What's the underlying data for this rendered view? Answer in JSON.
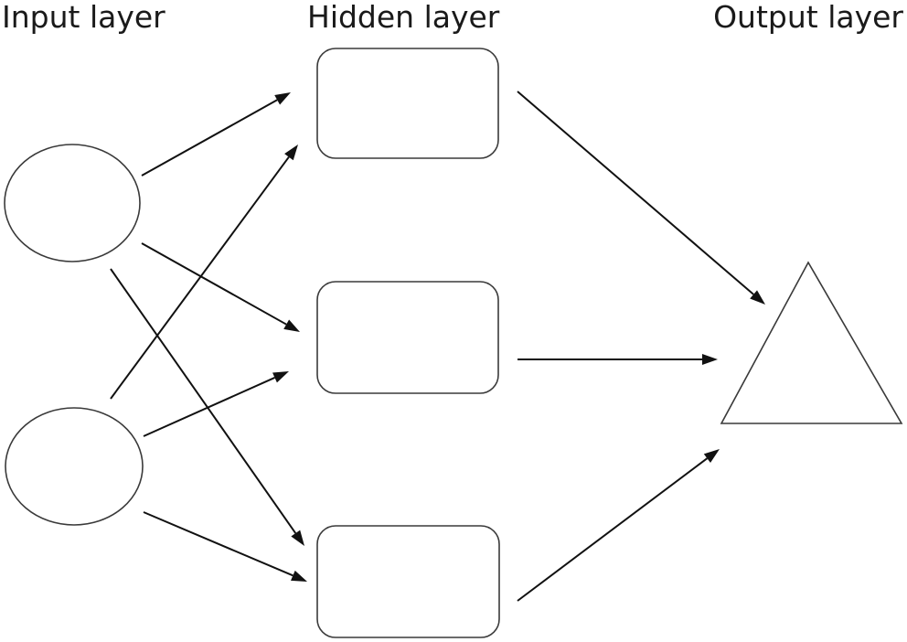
{
  "layers": {
    "input_label": "Input layer",
    "hidden_label": "Hidden layer",
    "output_label": "Output layer"
  },
  "nodes": {
    "input": [
      {
        "id": "input-1",
        "shape": "circle"
      },
      {
        "id": "input-2",
        "shape": "circle"
      }
    ],
    "hidden": [
      {
        "id": "hidden-1",
        "shape": "rounded-rectangle"
      },
      {
        "id": "hidden-2",
        "shape": "rounded-rectangle"
      },
      {
        "id": "hidden-3",
        "shape": "rounded-rectangle"
      }
    ],
    "output": [
      {
        "id": "output-1",
        "shape": "triangle"
      }
    ]
  },
  "edges": [
    {
      "from": "input-1",
      "to": "hidden-1"
    },
    {
      "from": "input-1",
      "to": "hidden-2"
    },
    {
      "from": "input-1",
      "to": "hidden-3"
    },
    {
      "from": "input-2",
      "to": "hidden-1"
    },
    {
      "from": "input-2",
      "to": "hidden-2"
    },
    {
      "from": "input-2",
      "to": "hidden-3"
    },
    {
      "from": "hidden-1",
      "to": "output-1"
    },
    {
      "from": "hidden-2",
      "to": "output-1"
    },
    {
      "from": "hidden-3",
      "to": "output-1"
    }
  ],
  "colors": {
    "stroke": "#3a3a3a",
    "arrow": "#111111",
    "background": "#ffffff"
  }
}
